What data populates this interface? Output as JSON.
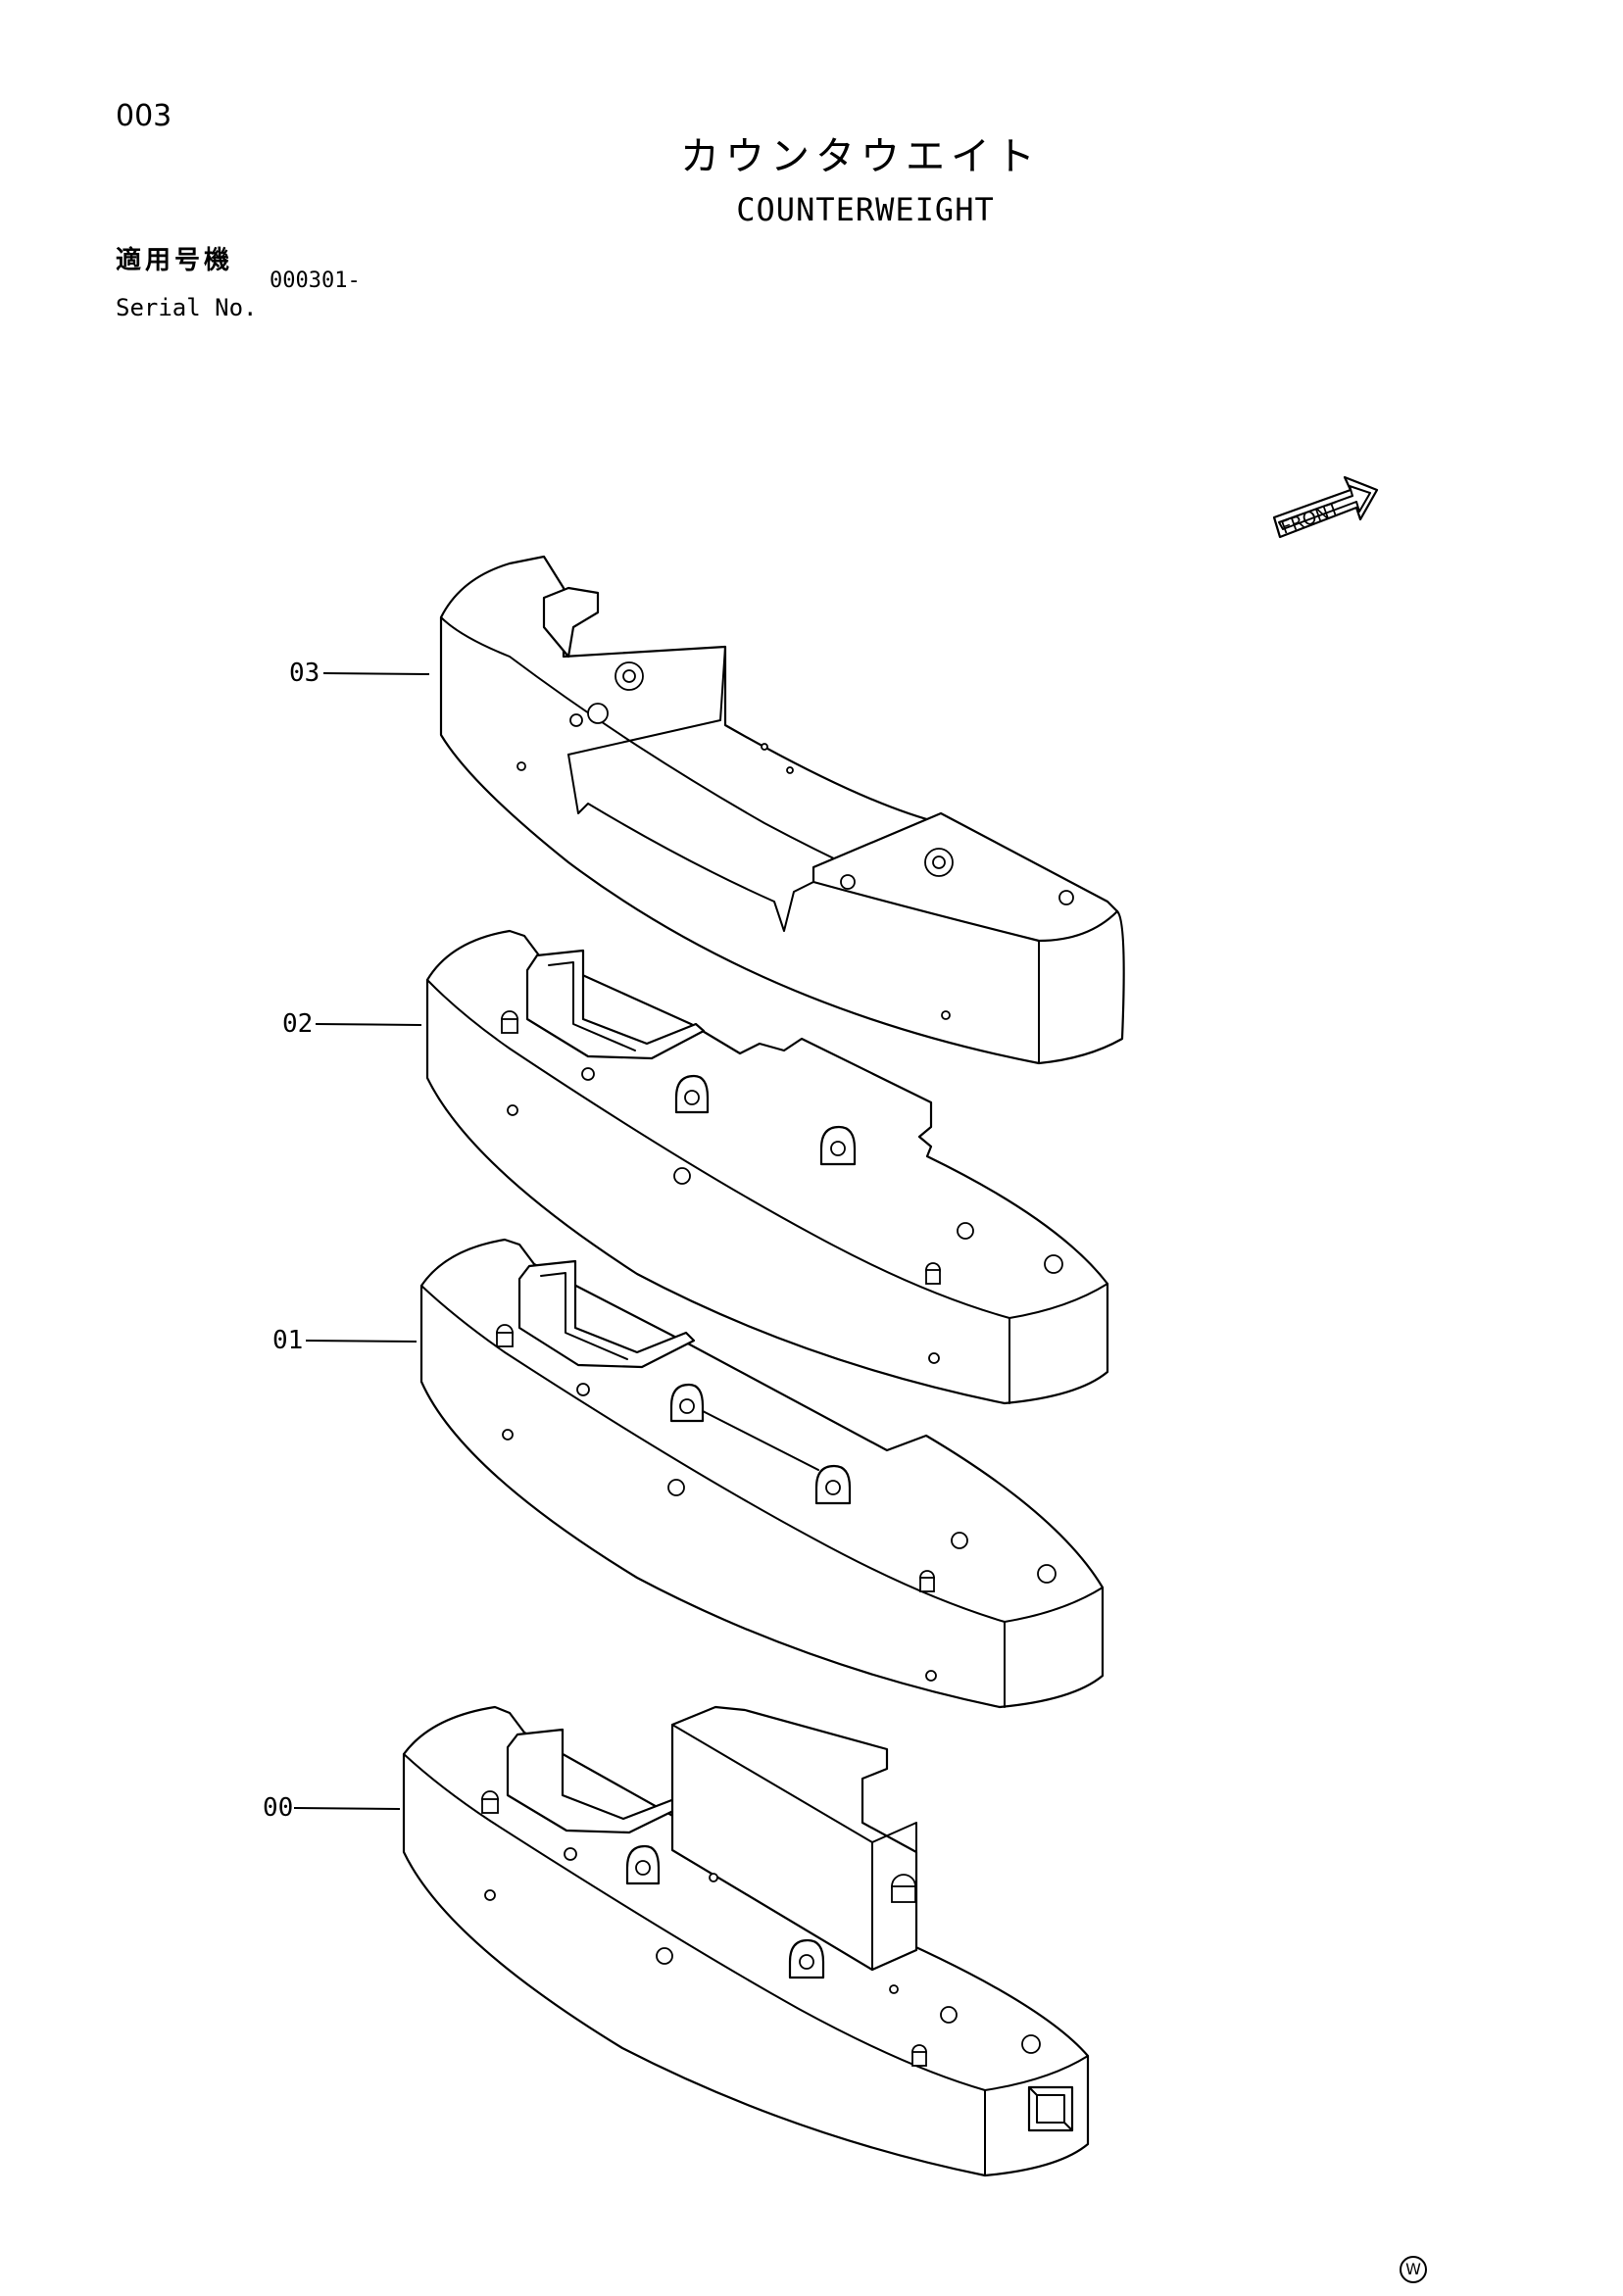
{
  "page": {
    "number": "003",
    "title_jp": "カウンタウエイト",
    "title_en": "COUNTERWEIGHT",
    "serial_label_jp": "適用号機",
    "serial_label_en": "Serial No.",
    "serial_value": "000301-"
  },
  "diagram": {
    "front_label": "FRONT",
    "parts": [
      {
        "number": "03"
      },
      {
        "number": "02"
      },
      {
        "number": "01"
      },
      {
        "number": "00"
      }
    ],
    "mark": "W"
  }
}
